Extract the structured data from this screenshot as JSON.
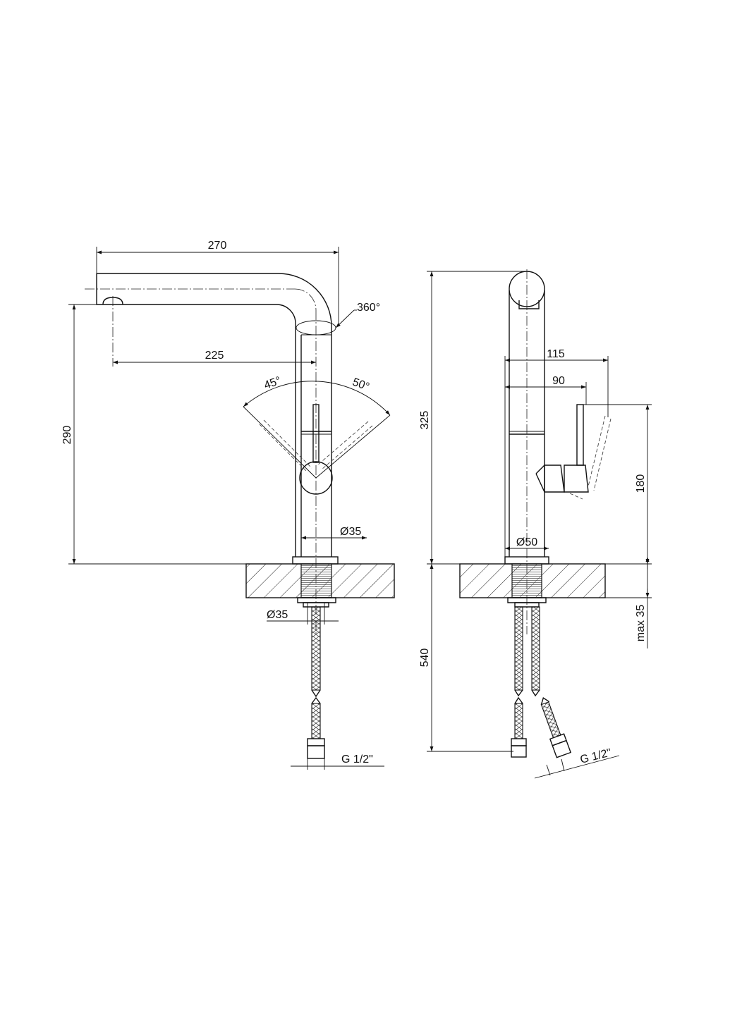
{
  "front_view": {
    "dim_spout_total": "270",
    "dim_spout_reach": "225",
    "dim_rotation": "360°",
    "dim_lever_left": "45°",
    "dim_lever_right": "50°",
    "dim_spout_height": "290",
    "dim_body_diameter": "Ø35",
    "dim_mount_diameter": "Ø35",
    "dim_connection": "G 1/2\""
  },
  "side_view": {
    "dim_total_height": "325",
    "dim_lever_reach": "115",
    "dim_handle_reach": "90",
    "dim_handle_height": "180",
    "dim_base_diameter": "Ø50",
    "dim_hose_length": "540",
    "dim_max_thickness": "max 35",
    "dim_connection": "G 1/2\""
  }
}
